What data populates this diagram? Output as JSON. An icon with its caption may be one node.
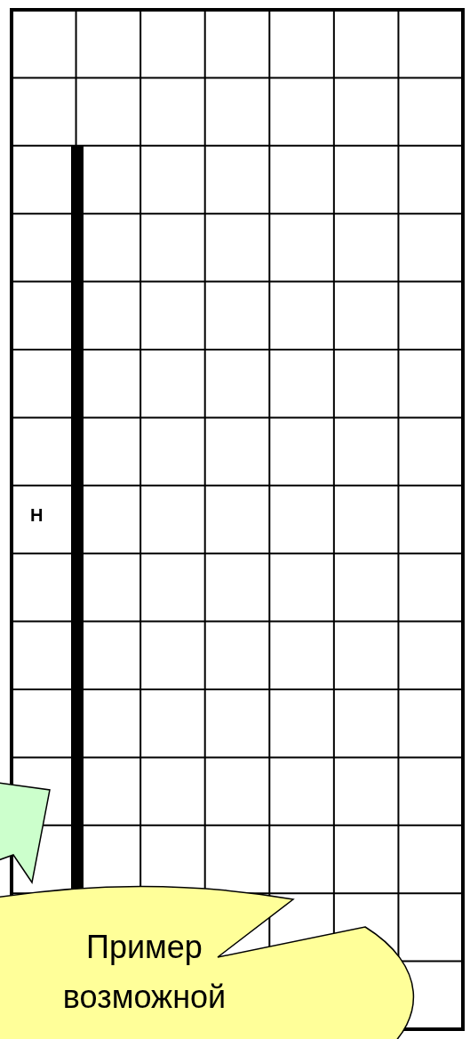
{
  "diagram": {
    "nodes": [
      {
        "text": [],
        "shape": "callout"
      },
      {
        "text": [
          "Пример возможной"
        ]
      }
    ],
    "labels": [
      "H"
    ]
  }
}
